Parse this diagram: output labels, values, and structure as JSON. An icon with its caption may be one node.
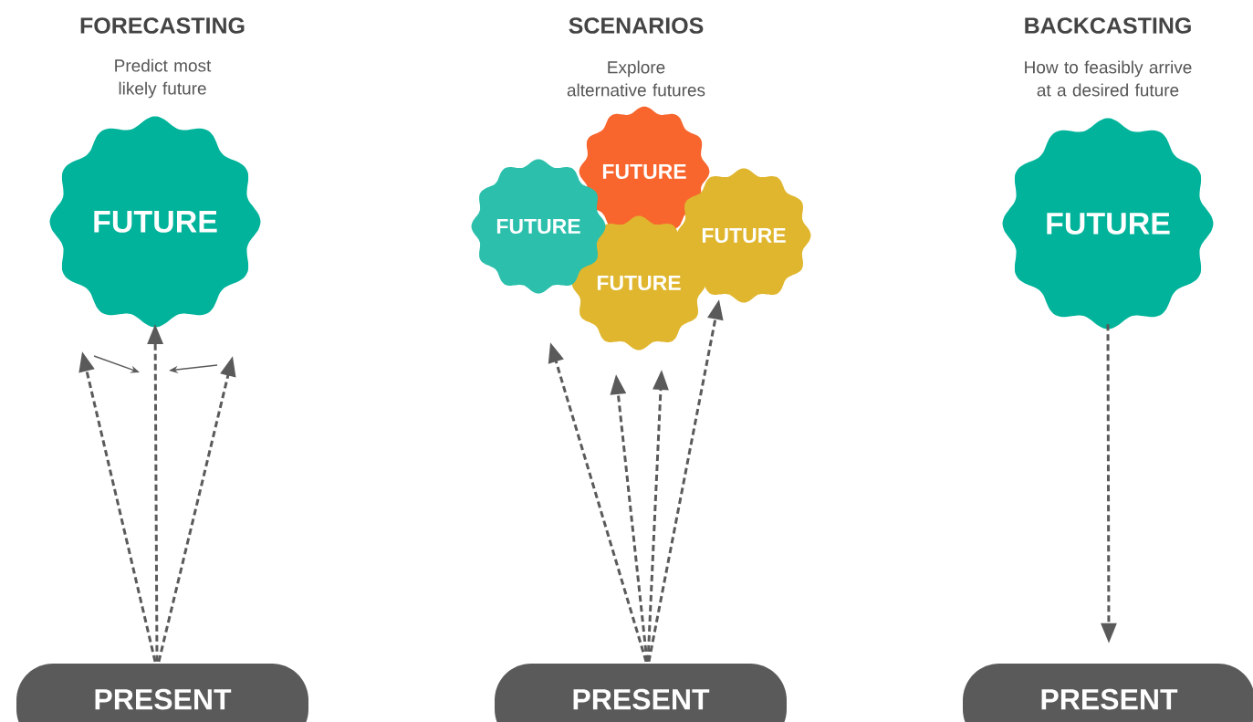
{
  "diagram": {
    "nodes": [
      {
        "text": [
          "FUTURE"
        ]
      },
      {
        "text": [
          "PRESENT"
        ]
      },
      {
        "text": [
          "FUTURE"
        ]
      },
      {
        "text": [
          "FUTURE"
        ]
      },
      {
        "text": [
          "FUTURE"
        ]
      },
      {
        "text": [
          "FUTURE"
        ]
      },
      {
        "text": [
          "PRESENT"
        ]
      },
      {
        "text": [
          "FUTURE"
        ]
      },
      {
        "text": [
          "PRESENT"
        ]
      }
    ],
    "edges": [
      {
        "from": 1,
        "to": 0,
        "arrow": "to",
        "style": "dashed"
      },
      {
        "from": 1,
        "to": 0,
        "arrow": "to",
        "style": "dashed"
      },
      {
        "from": 1,
        "to": 0,
        "arrow": "to",
        "style": "dashed"
      },
      {
        "from": 6,
        "to": null,
        "arrow": "to",
        "style": "dashed"
      },
      {
        "from": 6,
        "to": null,
        "arrow": "to",
        "style": "dashed"
      },
      {
        "from": 6,
        "to": null,
        "arrow": "to",
        "style": "dashed"
      },
      {
        "from": 6,
        "to": 5,
        "arrow": "to",
        "style": "dashed"
      },
      {
        "from": 7,
        "to": 8,
        "arrow": "to",
        "style": "dashed"
      }
    ],
    "labels": [
      "FORECASTING",
      "Predict most likely future",
      "SCENARIOS",
      "Explore alternative futures",
      "BACKCASTING",
      "How to feasibly arrive at a desired future"
    ]
  }
}
